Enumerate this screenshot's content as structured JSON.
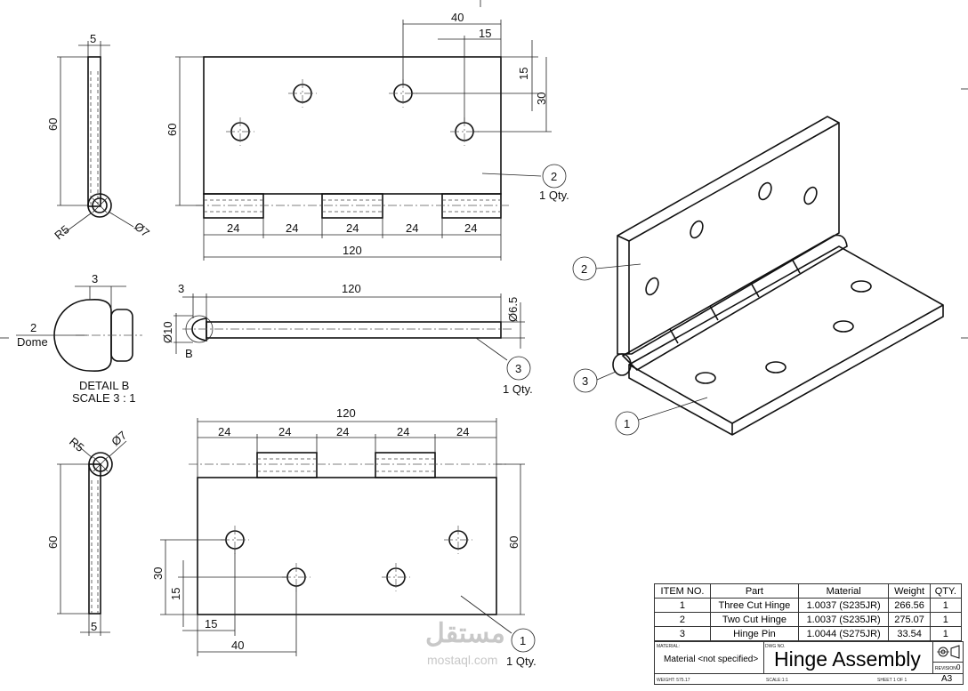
{
  "dims": {
    "left_top_width": "5",
    "left_top_height": "60",
    "left_top_radius": "R5",
    "left_top_pin_dia": "Ø7",
    "front_height": "60",
    "top_40": "40",
    "top_15": "15",
    "side_15": "15",
    "side_30": "30",
    "knuckle_24": "24",
    "overall_120": "120",
    "pin_head": "3",
    "pin_length": "120",
    "pin_head_dia": "Ø10",
    "pin_dia": "Ø6.5",
    "detail_head": "3",
    "detail_dome_num": "2",
    "detail_dome": "Dome",
    "detail_letter": "B",
    "bottom_120": "120",
    "bottom_radius": "R5",
    "bottom_pin_dia": "Ø7",
    "bottom_left_height": "60",
    "bottom_left_width": "5",
    "bottom_front_height": "60",
    "bottom_30": "30",
    "bottom_15v": "15",
    "bottom_15h": "15",
    "bottom_40": "40"
  },
  "detail": {
    "title": "DETAIL B",
    "scale": "SCALE 3 : 1"
  },
  "balloons": {
    "b2_top": {
      "num": "2",
      "qty": "1 Qty."
    },
    "b3": {
      "num": "3",
      "qty": "1 Qty."
    },
    "b1_bottom": {
      "num": "1",
      "qty": "1 Qty."
    },
    "iso2": "2",
    "iso3": "3",
    "iso1": "1"
  },
  "bom": {
    "headers": [
      "ITEM NO.",
      "Part",
      "Material",
      "Weight",
      "QTY."
    ],
    "rows": [
      [
        "1",
        "Three Cut Hinge",
        "1.0037 (S235JR)",
        "266.56",
        "1"
      ],
      [
        "2",
        "Two Cut Hinge",
        "1.0037 (S235JR)",
        "275.07",
        "1"
      ],
      [
        "3",
        "Hinge Pin",
        "1.0044 (S275JR)",
        "33.54",
        "1"
      ]
    ]
  },
  "title_block": {
    "material_label": "MATERIAL:",
    "material_value": "Material <not specified>",
    "dwg_label": "DWG NO.",
    "title": "Hinge Assembly",
    "revision_label": "REVISION",
    "revision_value": "0",
    "weight": "WEIGHT: 575.17",
    "scale": "SCALE:1:1",
    "sheet": "SHEET 1 OF 1",
    "size": "A3"
  },
  "watermark": {
    "arabic": "مستقل",
    "latin": "mostaql.com"
  }
}
